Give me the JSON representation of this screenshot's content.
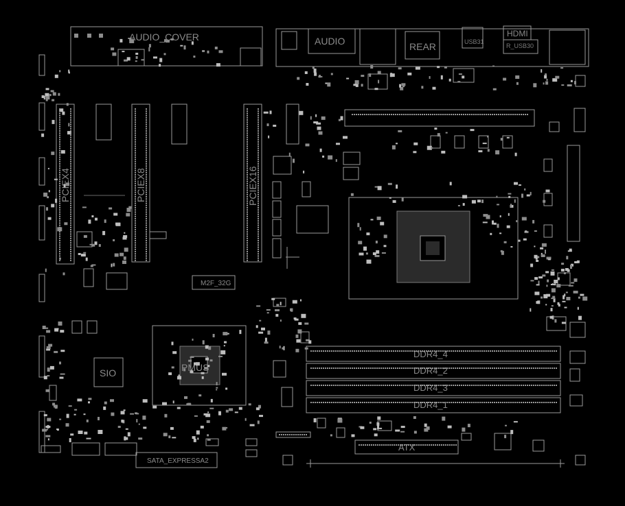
{
  "labels": {
    "audio_cover": "AUDIO_COVER",
    "audio": "AUDIO",
    "rear": "REAR",
    "usb31": "USB31",
    "hdmi": "HDMI",
    "r_usb30": "R_USB30",
    "pciex4": "PCIEX4",
    "pciex8": "PCIEX8",
    "pciex16": "PCIEX16",
    "m2f_32g": "M2F_32G",
    "sio": "SIO",
    "pmus": "PMUS",
    "ddr4_4": "DDR4_4",
    "ddr4_2": "DDR4_2",
    "ddr4_3": "DDR4_3",
    "ddr4_1": "DDR4_1",
    "atx": "ATX",
    "sata_expressa2": "SATA_EXPRESSA2"
  },
  "colors": {
    "background": "#000000",
    "outline": "#9a9a9a",
    "text": "#8a8a8a"
  }
}
